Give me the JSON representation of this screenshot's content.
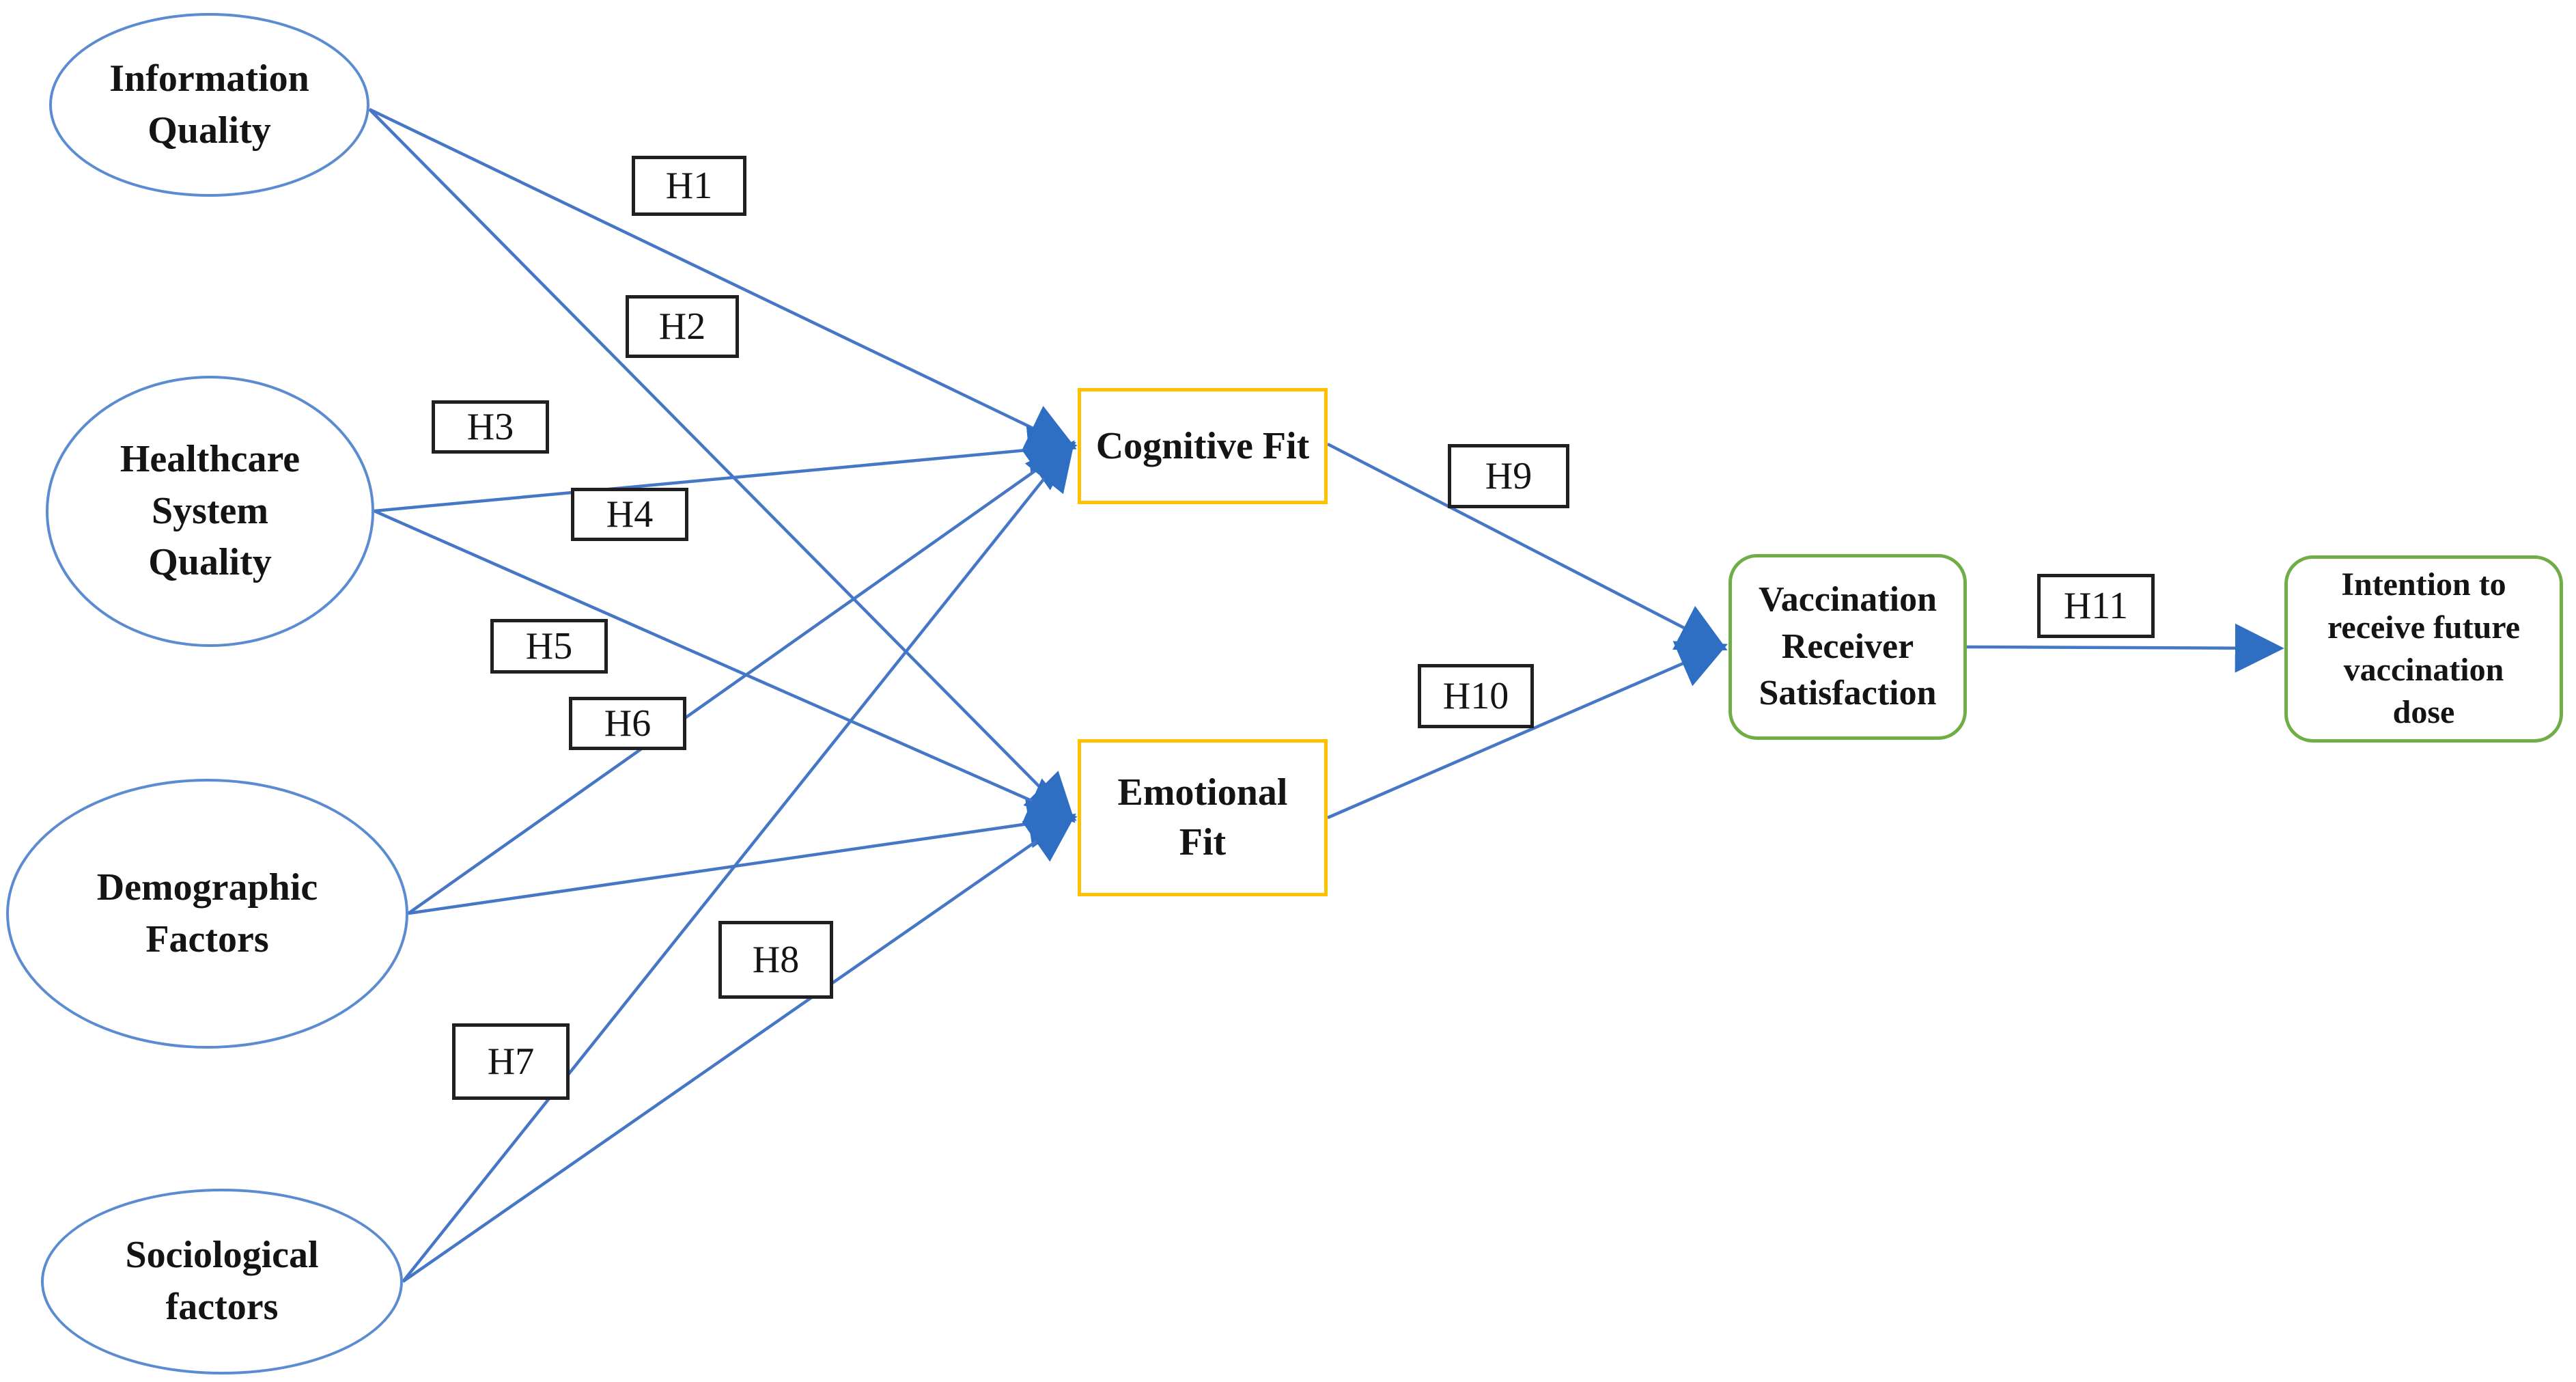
{
  "colors": {
    "edge_blue": "#4577c6",
    "ellipse_blue": "#5b8bd0",
    "arrow_blue": "#2e6fc3",
    "fit_box_yellow": "#ffc000",
    "outcome_box_green": "#70ad47",
    "label_box_border": "#1f1f1f",
    "text": "#141414"
  },
  "nodes": {
    "information_quality": {
      "label": "Information\nQuality",
      "shape": "ellipse"
    },
    "healthcare_system_quality": {
      "label": "Healthcare\nSystem\nQuality",
      "shape": "ellipse"
    },
    "demographic_factors": {
      "label": "Demographic\nFactors",
      "shape": "ellipse"
    },
    "sociological_factors": {
      "label": "Sociological\nfactors",
      "shape": "ellipse"
    },
    "cognitive_fit": {
      "label": "Cognitive Fit",
      "shape": "rectangle-yellow"
    },
    "emotional_fit": {
      "label": "Emotional\nFit",
      "shape": "rectangle-yellow"
    },
    "vaccination_receiver_satisfaction": {
      "label": "Vaccination\nReceiver\nSatisfaction",
      "shape": "rounded-green"
    },
    "intention_future_dose": {
      "label": "Intention to\nreceive future\nvaccination\ndose",
      "shape": "rounded-green"
    }
  },
  "hypotheses": [
    {
      "id": "H1",
      "from": "information_quality",
      "to": "cognitive_fit"
    },
    {
      "id": "H2",
      "from": "information_quality",
      "to": "emotional_fit"
    },
    {
      "id": "H3",
      "from": "healthcare_system_quality",
      "to": "cognitive_fit"
    },
    {
      "id": "H4",
      "from": "healthcare_system_quality",
      "to": "emotional_fit"
    },
    {
      "id": "H5",
      "from": "demographic_factors",
      "to": "cognitive_fit"
    },
    {
      "id": "H6",
      "from": "demographic_factors",
      "to": "emotional_fit"
    },
    {
      "id": "H7",
      "from": "sociological_factors",
      "to": "cognitive_fit"
    },
    {
      "id": "H8",
      "from": "sociological_factors",
      "to": "emotional_fit"
    },
    {
      "id": "H9",
      "from": "cognitive_fit",
      "to": "vaccination_receiver_satisfaction"
    },
    {
      "id": "H10",
      "from": "emotional_fit",
      "to": "vaccination_receiver_satisfaction"
    },
    {
      "id": "H11",
      "from": "vaccination_receiver_satisfaction",
      "to": "intention_future_dose"
    }
  ]
}
